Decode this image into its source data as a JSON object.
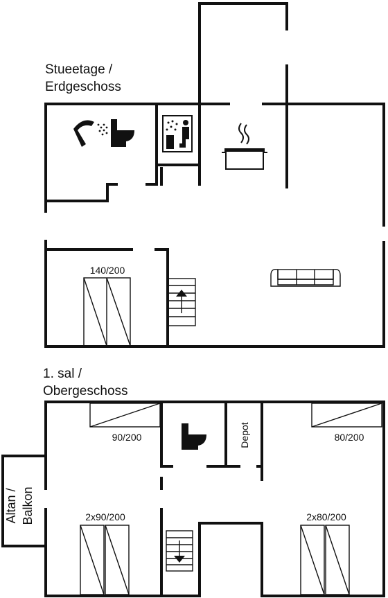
{
  "ground_floor": {
    "label_line1": "Stueetage /",
    "label_line2": "Erdgeschoss",
    "rooms": [
      {
        "name": "bathroom",
        "icons": [
          "shower-icon",
          "toilet-icon"
        ]
      },
      {
        "name": "sauna",
        "icons": [
          "sauna-icon"
        ]
      },
      {
        "name": "kitchen",
        "icons": [
          "cooking-pot-icon"
        ]
      },
      {
        "name": "living-room",
        "icons": [
          "sofa-icon"
        ]
      },
      {
        "name": "bedroom",
        "bed_label": "140/200"
      }
    ],
    "stairs_direction": "up"
  },
  "upper_floor": {
    "label_line1": "1. sal /",
    "label_line2": "Obergeschoss",
    "bed_left_top": "90/200",
    "bed_right_top": "80/200",
    "bed_left_bottom": "2x90/200",
    "bed_right_bottom": "2x80/200",
    "storage_label": "Depot",
    "balcony_line1": "Altan /",
    "balcony_line2": "Balkon",
    "stairs_direction": "down"
  }
}
